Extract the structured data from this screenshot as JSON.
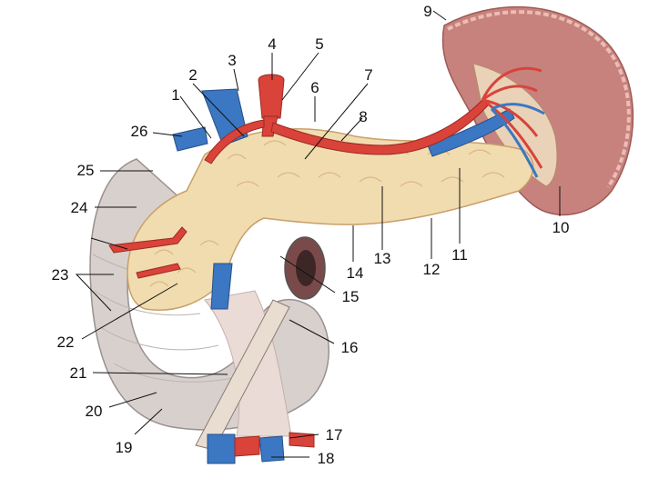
{
  "labels": [
    "1",
    "2",
    "3",
    "4",
    "5",
    "6",
    "7",
    "8",
    "9",
    "10",
    "11",
    "12",
    "13",
    "14",
    "15",
    "16",
    "17",
    "18",
    "19",
    "20",
    "21",
    "22",
    "23",
    "24",
    "25",
    "26"
  ],
  "colors": {
    "pancreas": "#f1dcb0",
    "pancreas_lobule": "#e6c58f",
    "spleen": "#c7827d",
    "spleen_rim": "#e8b0aa",
    "duodenum": "#d8d0cc",
    "artery": "#d9433a",
    "vein": "#3b77c2",
    "mucosa": "#7a4a4a",
    "mesentery": "#eadbd6"
  }
}
